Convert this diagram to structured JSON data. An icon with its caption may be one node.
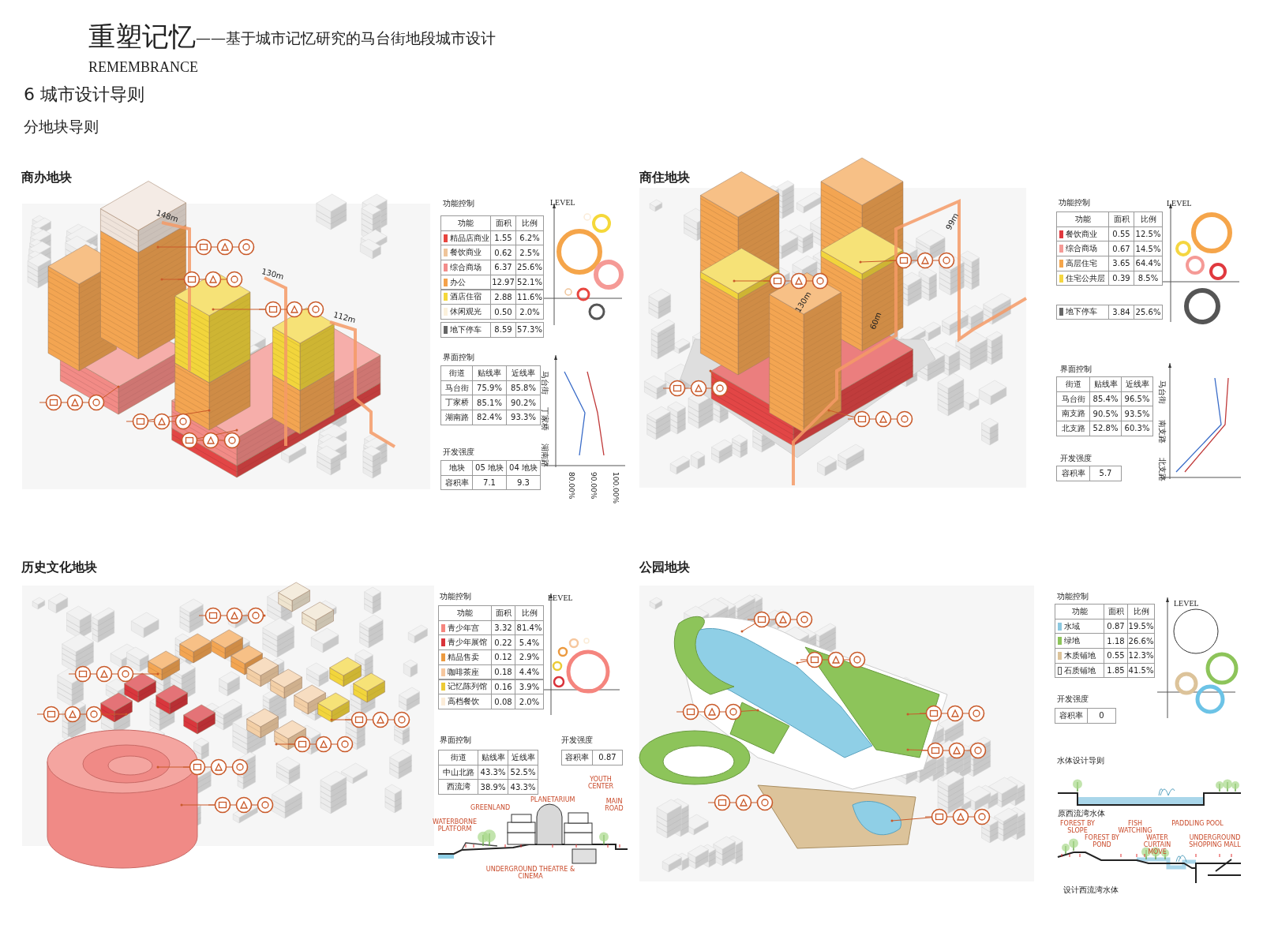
{
  "diagram": {
    "title": "重塑记忆",
    "labels": [
      "——基于城市记忆研究的马台街地段城市设计",
      "REMEMBRANCE",
      "6 城市设计导则",
      "分地块导则",
      "商办地块",
      "148m",
      "130m",
      "112m",
      "功能控制",
      "功能",
      "面积",
      "比例",
      "1.55",
      "6.2%",
      "0.62",
      "2.5%",
      "6.37",
      "25.6%",
      "12.97",
      "52.1%",
      "2.88",
      "11.6%",
      "0.50",
      "2.0%",
      "8.59",
      "57.3%",
      "LEVEL",
      "界面控制",
      "街道",
      "贴线率",
      "近线率",
      "马台街",
      "75.9%",
      "85.8%",
      "丁家桥",
      "85.1%",
      "90.2%",
      "湖南路",
      "82.4%",
      "93.3%",
      "马台街",
      "丁家桥",
      "湖南路",
      "80.00%",
      "90.00%",
      "100.00%",
      "开发强度",
      "地块",
      "05 地块",
      "04 地块",
      "容积率",
      "7.1",
      "9.3",
      "商住地块",
      "99m",
      "130m",
      "60m",
      "功能控制",
      "功能",
      "面积",
      "比例",
      "0.55",
      "12.5%",
      "0.67",
      "14.5%",
      "3.65",
      "64.4%",
      "0.39",
      "8.5%",
      "3.84",
      "25.6%",
      "LEVEL",
      "界面控制",
      "街道",
      "贴线率",
      "近线率",
      "马台街",
      "85.4%",
      "96.5%",
      "南支路",
      "90.5%",
      "93.5%",
      "北支路",
      "52.8%",
      "60.3%",
      "马台街",
      "南支路",
      "北支路",
      "开发强度",
      "容积率",
      "5.7",
      "历史文化地块",
      "功能控制",
      "功能",
      "面积",
      "比例",
      "3.32",
      "81.4%",
      "0.22",
      "5.4%",
      "0.12",
      "2.9%",
      "0.18",
      "4.4%",
      "0.16",
      "3.9%",
      "0.08",
      "2.0%",
      "LEVEL",
      "界面控制",
      "街道",
      "贴线率",
      "近线率",
      "中山北路",
      "43.3%",
      "52.5%",
      "西流湾",
      "38.9%",
      "43.3%",
      "开发强度",
      "容积率",
      "0.87",
      "WATERBORNE PLATFORM",
      "GREENLAND",
      "PLANETARIUM",
      "YOUTH CENTER",
      "MAIN ROAD",
      "UNDERGROUND THEATRE & CINEMA",
      "公园地块",
      "功能控制",
      "功能",
      "面积",
      "比例",
      "0.87",
      "19.5%",
      "1.18",
      "26.6%",
      "0.55",
      "12.3%",
      "1.85",
      "41.5%",
      "LEVEL",
      "开发强度",
      "容积率",
      "0",
      "水体设计导则",
      "原西流湾水体",
      "FOREST BY SLOPE",
      "FISH WATCHING",
      "PADDLING POOL",
      "FOREST BY POND",
      "WATER CURTAIN MOVE",
      "UNDERGROUND SHOPPING MALL",
      "设计西流湾水体"
    ],
    "legend": [
      {
        "text": "精品店商业",
        "color": "#e8463f"
      },
      {
        "text": "餐饮商业",
        "color": "#efc49a"
      },
      {
        "text": "综合商场",
        "color": "#f38c8a"
      },
      {
        "text": "办公",
        "color": "#f4a14a"
      },
      {
        "text": "酒店住宿",
        "color": "#f5d83a"
      },
      {
        "text": "休闲观光",
        "color": "#fbf1dc"
      },
      {
        "text": "地下停车",
        "color": "#666666"
      },
      {
        "text": "餐饮商业",
        "color": "#e0393e"
      },
      {
        "text": "综合商场",
        "color": "#f59a96"
      },
      {
        "text": "高层住宅",
        "color": "#f5a54a"
      },
      {
        "text": "住宅公共层",
        "color": "#f5d640"
      },
      {
        "text": "地下停车",
        "color": "#666666"
      },
      {
        "text": "青少年宫",
        "color": "#f5857e"
      },
      {
        "text": "青少年展馆",
        "color": "#d9333a"
      },
      {
        "text": "精品售卖",
        "color": "#ec9a40"
      },
      {
        "text": "咖啡茶座",
        "color": "#f6c79e"
      },
      {
        "text": "记忆陈列馆",
        "color": "#ecca35"
      },
      {
        "text": "高档餐饮",
        "color": "#fbecd8"
      },
      {
        "text": "水域",
        "color": "#8cc8e0"
      },
      {
        "text": "绿地",
        "color": "#8dc45a"
      },
      {
        "text": "木质铺地",
        "color": "#dcc39a"
      },
      {
        "text": "石质铺地",
        "color": "#ffffff"
      }
    ]
  }
}
